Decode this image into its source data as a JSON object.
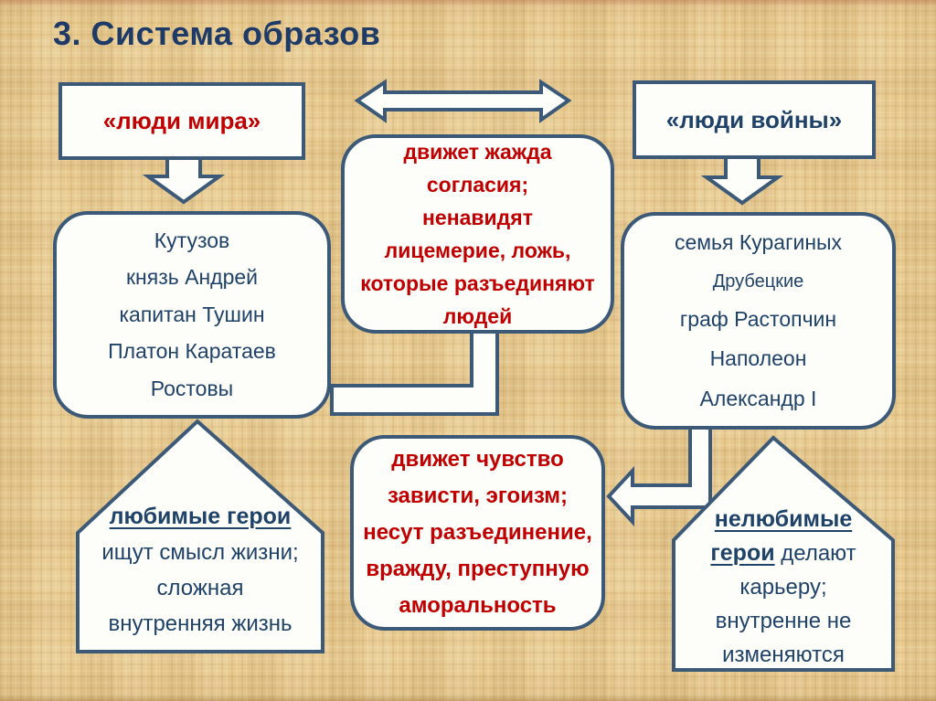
{
  "slide": {
    "title": "3. Система образов"
  },
  "colors": {
    "background": "#e7c98e",
    "shape_border": "#3c5a78",
    "shape_fill": "#fdfdfa",
    "red_text": "#c00000",
    "navy_text": "#1f4268",
    "title_text": "#1e3a66"
  },
  "labels": {
    "peace": "«люди мира»",
    "war": "«люди войны»"
  },
  "peace_characters": [
    "Кутузов",
    "князь Андрей",
    "капитан Тушин",
    "Платон Каратаев",
    "Ростовы"
  ],
  "war_characters": [
    "семья Курагиных",
    "Друбецкие",
    "граф Растопчин",
    "Наполеон",
    "Александр I"
  ],
  "peace_motives": "движет жажда\nсогласия;\nненавидят\nлицемерие, ложь,\nкоторые разъединяют\nлюдей",
  "war_motives": "движет чувство\nзависти, эгоизм;\nнесут разъединение,\nвражду, преступную\nаморальность",
  "favorite_heroes": {
    "heading": "любимые герои",
    "body": "ищут смысл жизни;\nсложная\nвнутренняя жизнь"
  },
  "unfavorite_heroes": {
    "heading_line1": "нелюбимые",
    "heading_word": "герои",
    "after_heading": " делают",
    "body": "карьеру;\nвнутренне не\nизменяются"
  }
}
